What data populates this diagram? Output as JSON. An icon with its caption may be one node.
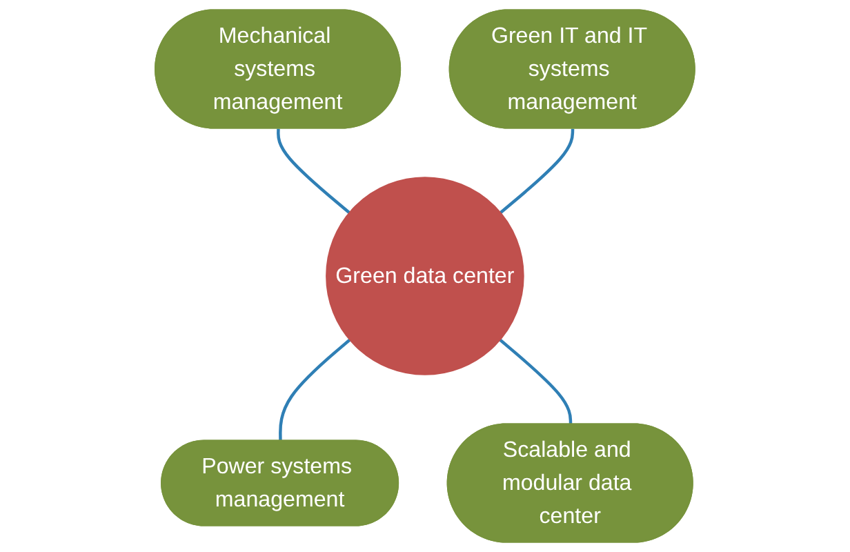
{
  "diagram": {
    "nodes": [
      {
        "text": [
          "Mechanical systems management"
        ]
      },
      {
        "text": [
          "Green IT and IT systems management"
        ]
      },
      {
        "text": [
          "Green data center"
        ]
      },
      {
        "text": [
          "Power systems management"
        ]
      },
      {
        "text": [
          "Scalable and modular data center"
        ]
      }
    ],
    "edges": [
      {
        "from": 0,
        "to": 2,
        "arrow": "none"
      },
      {
        "from": 1,
        "to": 2,
        "arrow": "none"
      },
      {
        "from": 2,
        "to": 3,
        "arrow": "none"
      },
      {
        "from": 2,
        "to": 4,
        "arrow": "none"
      }
    ]
  }
}
